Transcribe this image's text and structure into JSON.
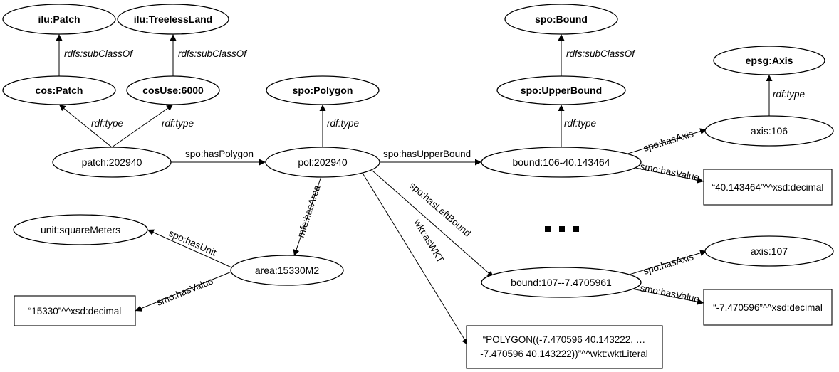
{
  "nodes": {
    "ilu_patch": "ilu:Patch",
    "ilu_treeless": "ilu:TreelessLand",
    "cos_patch": "cos:Patch",
    "cosuse_6000": "cosUse:6000",
    "spo_polygon": "spo:Polygon",
    "spo_bound": "spo:Bound",
    "spo_upperbound": "spo:UpperBound",
    "epsg_axis": "epsg:Axis",
    "patch": "patch:202940",
    "pol": "pol:202940",
    "bound_106": "bound:106-40.143464",
    "axis_106": "axis:106",
    "unit_sqm": "unit:squareMeters",
    "area": "area:15330M2",
    "bound_107": "bound:107--7.4705961",
    "axis_107": "axis:107"
  },
  "literals": {
    "lit_40": "“40.143464”^^xsd:decimal",
    "lit_15330": "“15330”^^xsd:decimal",
    "lit_neg7": "“-7.470596”^^xsd:decimal",
    "polygon_line1": "“POLYGON((-7.470596 40.143222, …",
    "polygon_line2": "-7.470596 40.143222))”^^wkt:wktLiteral"
  },
  "edges": {
    "subclass_1": "rdfs:subClassOf",
    "subclass_2": "rdfs:subClassOf",
    "subclass_3": "rdfs:subClassOf",
    "type_1": "rdf:type",
    "type_2": "rdf:type",
    "type_3": "rdf:type",
    "type_4": "rdf:type",
    "type_5": "rdf:type",
    "has_polygon": "spo:hasPolygon",
    "has_upper_bound": "spo:hasUpperBound",
    "has_axis_1": "spo:hasAxis",
    "has_value_1": "smo:hasValue",
    "has_area": "mfe:hasArea",
    "as_wkt": "wkt:asWKT",
    "has_left_bound": "spo:hasLeftBound",
    "has_unit": "spo:hasUnit",
    "has_value_2": "smo:hasValue",
    "has_axis_2": "spo:hasAxis",
    "has_value_3": "smo:hasValue"
  },
  "ellipsis_marker": "..."
}
